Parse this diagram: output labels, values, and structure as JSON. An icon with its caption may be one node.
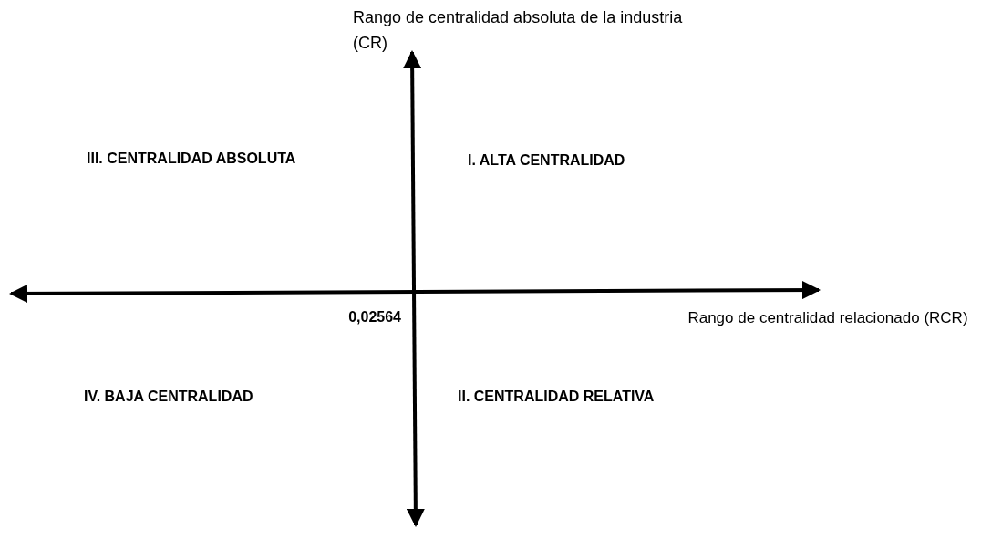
{
  "diagram": {
    "labels": [
      "Rango de centralidad absoluta de la industria (CR)",
      "III. CENTRALIDAD ABSOLUTA",
      "I. ALTA CENTRALIDAD",
      "0,02564",
      "Rango de centralidad relacionado (RCR)",
      "IV. BAJA CENTRALIDAD",
      "II. CENTRALIDAD RELATIVA"
    ]
  }
}
